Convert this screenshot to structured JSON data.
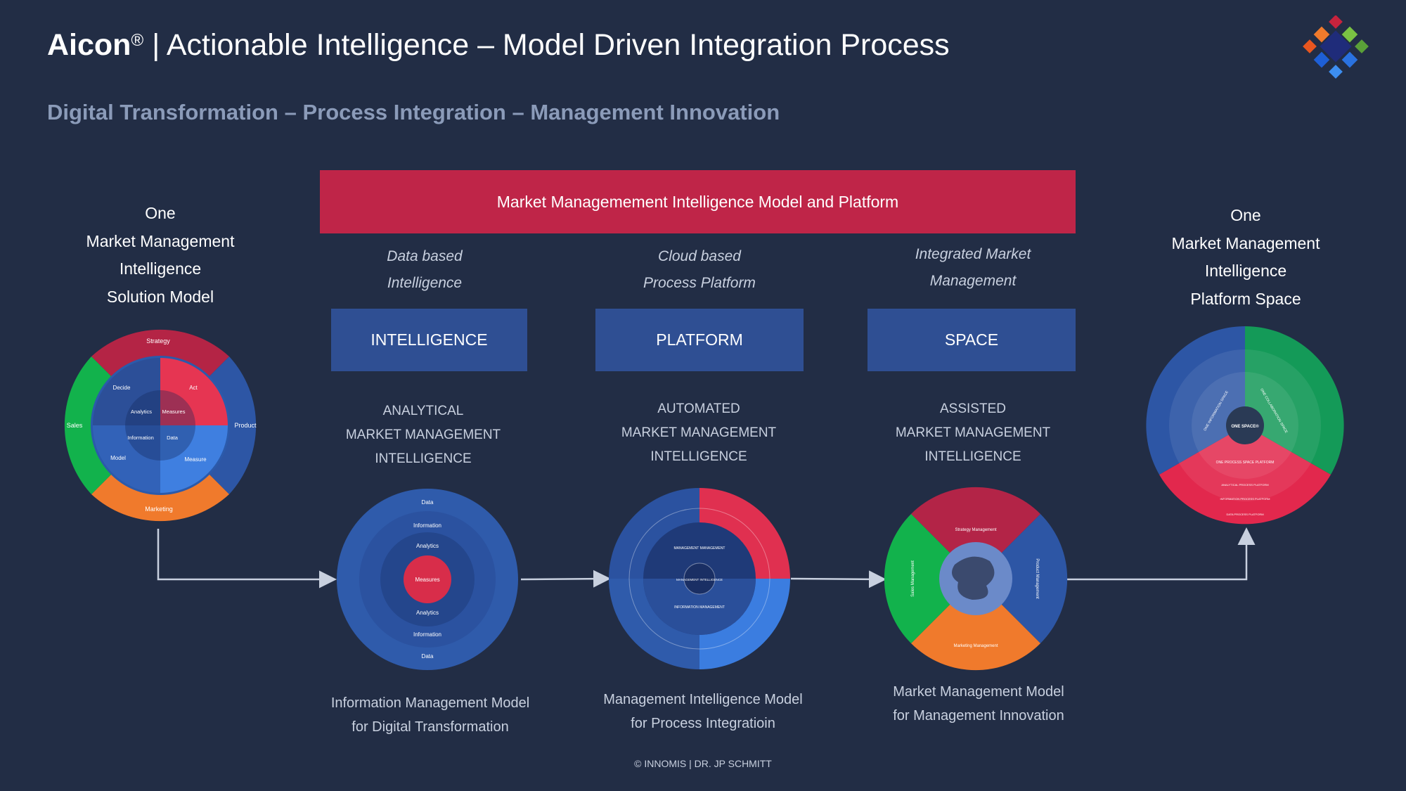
{
  "header": {
    "brand": "Aicon",
    "registered": "®",
    "title_rest": " | Actionable Intelligence – Model Driven Integration Process",
    "subtitle": "Digital Transformation – Process Integration – Management Innovation"
  },
  "banner": {
    "label": "Market Managemement Intelligence Model and Platform"
  },
  "left_model": {
    "lines": [
      "One",
      "Market Management",
      "Intelligence",
      "Solution Model"
    ],
    "outer_labels": [
      "Strategy",
      "Product",
      "Marketing",
      "Sales"
    ],
    "inner_labels": [
      "Decide",
      "Act",
      "Measure",
      "Model"
    ],
    "core_labels": [
      "Analytics",
      "Measures",
      "Information",
      "Data"
    ]
  },
  "right_model": {
    "lines": [
      "One",
      "Market Management",
      "Intelligence",
      "Platform Space"
    ],
    "center_label": "ONE SPACE®",
    "segment_labels": [
      "ONE INFORMATION SPACE",
      "ONE COLLABORATION SPACE",
      "ONE PROCESS SPACE PLATFORM"
    ],
    "ring_labels": [
      "ANALYTICAL PROCESS PLATFORM",
      "INFORMATION PROCESS PLATFORM",
      "DATA PROCESS PLATFORM"
    ]
  },
  "columns": [
    {
      "desc": [
        "Data based",
        "Intelligence"
      ],
      "pill": "INTELLIGENCE",
      "caps": [
        "ANALYTICAL",
        "MARKET MANAGEMENT",
        "INTELLIGENCE"
      ],
      "caption": [
        "Information Management Model",
        "for Digital Transformation"
      ],
      "diagram_labels": [
        "Data",
        "Information",
        "Analytics",
        "Measures",
        "Analytics",
        "Information",
        "Data"
      ]
    },
    {
      "desc": [
        "Cloud based",
        "Process Platform"
      ],
      "pill": "PLATFORM",
      "caps": [
        "AUTOMATED",
        "MARKET MANAGEMENT",
        "INTELLIGENCE"
      ],
      "caption": [
        "Management Intelligence Model",
        "for Process Integratioin"
      ],
      "diagram_labels": [
        "MANAGEMENT MANAGEMENT",
        "MANAGEMENT INTELLIGENCE",
        "INFORMATION MANAGEMENT"
      ]
    },
    {
      "desc": [
        "Integrated Market",
        "Management"
      ],
      "pill": "SPACE",
      "caps": [
        "ASSISTED",
        "MARKET MANAGEMENT",
        "INTELLIGENCE"
      ],
      "caption": [
        "Market Management Model",
        "for Management Innovation"
      ],
      "diagram_labels": [
        "Strategy Management",
        "Product Management",
        "Marketing Management",
        "Sales Management"
      ]
    }
  ],
  "footer": {
    "copyright": "© INNOMIS | DR. JP SCHMITT"
  },
  "colors": {
    "background": "#222d45",
    "banner": "#bf2548",
    "pill": "#2f4f93",
    "red": "#e03050",
    "green": "#10b04a",
    "orange": "#f07a2c",
    "blue": "#2f5bab"
  }
}
